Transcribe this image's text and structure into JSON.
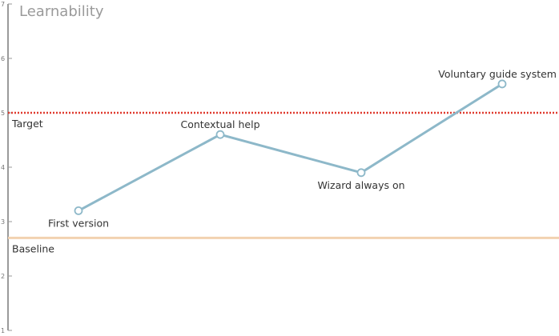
{
  "chart_data": {
    "type": "line",
    "title": "Learnability",
    "xlabel": "",
    "ylabel": "",
    "ylim": [
      1,
      7
    ],
    "yticks": [
      1,
      2,
      3,
      4,
      5,
      6,
      7
    ],
    "grid": false,
    "categories": [
      "First version",
      "Contextual help",
      "Wizard always on",
      "Voluntary guide system"
    ],
    "series": [
      {
        "values": [
          3.2,
          4.6,
          3.9,
          5.53
        ],
        "color": "#8db8c9"
      }
    ],
    "reference_lines": [
      {
        "label": "Target",
        "value": 5.0,
        "color": "#e03a2f",
        "style": "dotted"
      },
      {
        "label": "Baseline",
        "value": 2.7,
        "color": "#f2d2b0",
        "style": "solid"
      }
    ],
    "label_positions": [
      "below",
      "above",
      "below",
      "above"
    ]
  },
  "colors": {
    "axis": "#9a9a9a",
    "marker_fill": "#ffffff"
  }
}
